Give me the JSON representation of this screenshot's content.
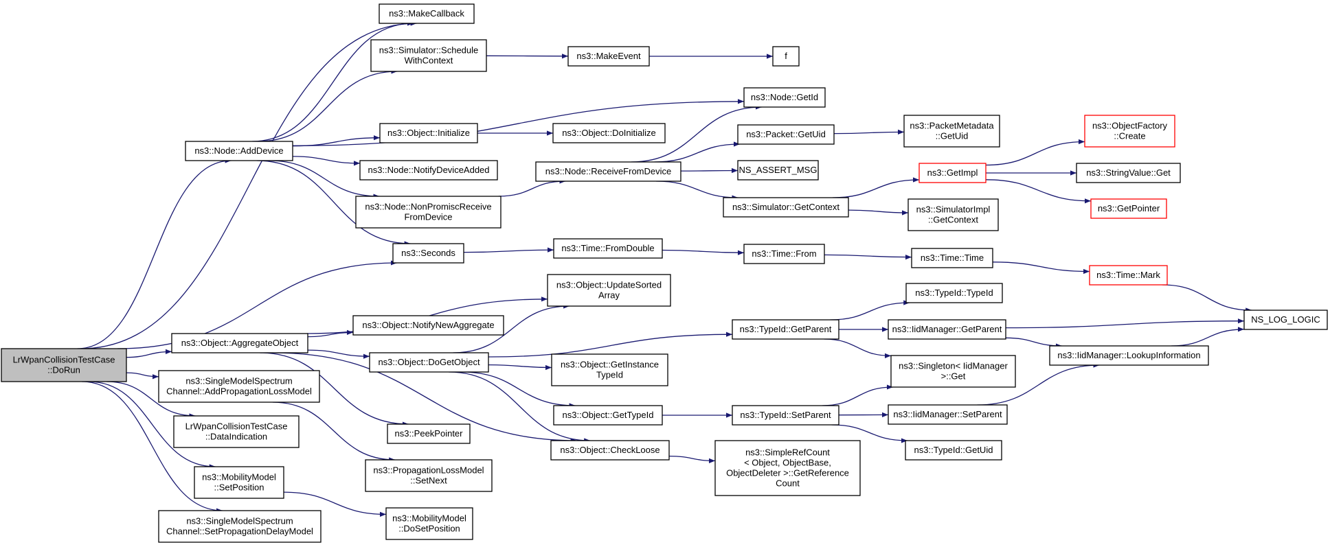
{
  "nodes": [
    {
      "id": "dorun",
      "lines": [
        "LrWpanCollisionTestCase",
        "::DoRun"
      ],
      "root": true
    },
    {
      "id": "makecallback",
      "lines": [
        "ns3::MakeCallback"
      ]
    },
    {
      "id": "schedulewithcontext",
      "lines": [
        "ns3::Simulator::Schedule",
        "WithContext"
      ]
    },
    {
      "id": "makeevent",
      "lines": [
        "ns3::MakeEvent"
      ]
    },
    {
      "id": "f",
      "lines": [
        "f"
      ]
    },
    {
      "id": "nodegetid",
      "lines": [
        "ns3::Node::GetId"
      ]
    },
    {
      "id": "nodeadddevice",
      "lines": [
        "ns3::Node::AddDevice"
      ]
    },
    {
      "id": "objectinitialize",
      "lines": [
        "ns3::Object::Initialize"
      ]
    },
    {
      "id": "objectdoinitialize",
      "lines": [
        "ns3::Object::DoInitialize"
      ]
    },
    {
      "id": "packetgetuid",
      "lines": [
        "ns3::Packet::GetUid"
      ]
    },
    {
      "id": "packetmetadatagetuid",
      "lines": [
        "ns3::PacketMetadata",
        "::GetUid"
      ]
    },
    {
      "id": "objectfactorycreate",
      "lines": [
        "ns3::ObjectFactory",
        "::Create"
      ],
      "truncated": true
    },
    {
      "id": "nodenotifydeviceadded",
      "lines": [
        "ns3::Node::NotifyDeviceAdded"
      ]
    },
    {
      "id": "nodereceivefromdevice",
      "lines": [
        "ns3::Node::ReceiveFromDevice"
      ]
    },
    {
      "id": "nsassertmsg",
      "lines": [
        "NS_ASSERT_MSG"
      ]
    },
    {
      "id": "getimpl",
      "lines": [
        "ns3::GetImpl"
      ],
      "truncated": true
    },
    {
      "id": "stringvalueget",
      "lines": [
        "ns3::StringValue::Get"
      ]
    },
    {
      "id": "nonpromiscreceive",
      "lines": [
        "ns3::Node::NonPromiscReceive",
        "FromDevice"
      ]
    },
    {
      "id": "simulatorgetcontext",
      "lines": [
        "ns3::Simulator::GetContext"
      ]
    },
    {
      "id": "simulatorimplgetcontext",
      "lines": [
        "ns3::SimulatorImpl",
        "::GetContext"
      ]
    },
    {
      "id": "getpointer",
      "lines": [
        "ns3::GetPointer"
      ],
      "truncated": true
    },
    {
      "id": "seconds",
      "lines": [
        "ns3::Seconds"
      ]
    },
    {
      "id": "timefromdouble",
      "lines": [
        "ns3::Time::FromDouble"
      ]
    },
    {
      "id": "timefrom",
      "lines": [
        "ns3::Time::From"
      ]
    },
    {
      "id": "timetime",
      "lines": [
        "ns3::Time::Time"
      ]
    },
    {
      "id": "timemark",
      "lines": [
        "ns3::Time::Mark"
      ],
      "truncated": true
    },
    {
      "id": "updatesortedarray",
      "lines": [
        "ns3::Object::UpdateSorted",
        "Array"
      ]
    },
    {
      "id": "typeidtypeid",
      "lines": [
        "ns3::TypeId::TypeId"
      ]
    },
    {
      "id": "nsloglogic",
      "lines": [
        "NS_LOG_LOGIC"
      ]
    },
    {
      "id": "aggregateobject",
      "lines": [
        "ns3::Object::AggregateObject"
      ]
    },
    {
      "id": "notifynewaggregate",
      "lines": [
        "ns3::Object::NotifyNewAggregate"
      ]
    },
    {
      "id": "typeidgetparent",
      "lines": [
        "ns3::TypeId::GetParent"
      ]
    },
    {
      "id": "iidgetparent",
      "lines": [
        "ns3::IidManager::GetParent"
      ]
    },
    {
      "id": "lookupinformation",
      "lines": [
        "ns3::IidManager::LookupInformation"
      ]
    },
    {
      "id": "dogetobject",
      "lines": [
        "ns3::Object::DoGetObject"
      ]
    },
    {
      "id": "addpropagationlossmodel",
      "lines": [
        "ns3::SingleModelSpectrum",
        "Channel::AddPropagationLossModel"
      ]
    },
    {
      "id": "getinstancetypeid",
      "lines": [
        "ns3::Object::GetInstance",
        "TypeId"
      ]
    },
    {
      "id": "singletonget",
      "lines": [
        "ns3::Singleton< IidManager",
        ">::Get"
      ]
    },
    {
      "id": "dataindication",
      "lines": [
        "LrWpanCollisionTestCase",
        "::DataIndication"
      ]
    },
    {
      "id": "objectgettypeid",
      "lines": [
        "ns3::Object::GetTypeId"
      ]
    },
    {
      "id": "typeidsetparent",
      "lines": [
        "ns3::TypeId::SetParent"
      ]
    },
    {
      "id": "iidsetparent",
      "lines": [
        "ns3::IidManager::SetParent"
      ]
    },
    {
      "id": "peekpointer",
      "lines": [
        "ns3::PeekPointer"
      ]
    },
    {
      "id": "checkloose",
      "lines": [
        "ns3::Object::CheckLoose"
      ]
    },
    {
      "id": "typeidgetuid",
      "lines": [
        "ns3::TypeId::GetUid"
      ]
    },
    {
      "id": "simplerefcount",
      "lines": [
        "ns3::SimpleRefCount",
        "< Object, ObjectBase,",
        "ObjectDeleter >::GetReference",
        "Count"
      ]
    },
    {
      "id": "mobilitysetposition",
      "lines": [
        "ns3::MobilityModel",
        "::SetPosition"
      ]
    },
    {
      "id": "propagationlosssetnext",
      "lines": [
        "ns3::PropagationLossModel",
        "::SetNext"
      ]
    },
    {
      "id": "mobilitydosetposition",
      "lines": [
        "ns3::MobilityModel",
        "::DoSetPosition"
      ]
    },
    {
      "id": "setpropagationdelaymodel",
      "lines": [
        "ns3::SingleModelSpectrum",
        "Channel::SetPropagationDelayModel"
      ]
    }
  ],
  "edges": [
    {
      "from": "dorun",
      "to": "makecallback"
    },
    {
      "from": "dorun",
      "to": "nodeadddevice"
    },
    {
      "from": "dorun",
      "to": "seconds"
    },
    {
      "from": "dorun",
      "to": "aggregateobject"
    },
    {
      "from": "dorun",
      "to": "addpropagationlossmodel"
    },
    {
      "from": "dorun",
      "to": "dataindication"
    },
    {
      "from": "dorun",
      "to": "mobilitysetposition"
    },
    {
      "from": "dorun",
      "to": "setpropagationdelaymodel"
    },
    {
      "from": "nodeadddevice",
      "to": "makecallback"
    },
    {
      "from": "nodeadddevice",
      "to": "schedulewithcontext"
    },
    {
      "from": "nodeadddevice",
      "to": "nodegetid"
    },
    {
      "from": "nodeadddevice",
      "to": "objectinitialize"
    },
    {
      "from": "nodeadddevice",
      "to": "nodenotifydeviceadded"
    },
    {
      "from": "nodeadddevice",
      "to": "nonpromiscreceive"
    },
    {
      "from": "nodeadddevice",
      "to": "seconds"
    },
    {
      "from": "schedulewithcontext",
      "to": "makeevent"
    },
    {
      "from": "makeevent",
      "to": "f"
    },
    {
      "from": "objectinitialize",
      "to": "objectdoinitialize"
    },
    {
      "from": "nonpromiscreceive",
      "to": "nodereceivefromdevice"
    },
    {
      "from": "nodereceivefromdevice",
      "to": "nodegetid"
    },
    {
      "from": "nodereceivefromdevice",
      "to": "packetgetuid"
    },
    {
      "from": "nodereceivefromdevice",
      "to": "nsassertmsg"
    },
    {
      "from": "nodereceivefromdevice",
      "to": "simulatorgetcontext"
    },
    {
      "from": "packetgetuid",
      "to": "packetmetadatagetuid"
    },
    {
      "from": "simulatorgetcontext",
      "to": "getimpl"
    },
    {
      "from": "simulatorgetcontext",
      "to": "simulatorimplgetcontext"
    },
    {
      "from": "getimpl",
      "to": "objectfactorycreate"
    },
    {
      "from": "getimpl",
      "to": "stringvalueget"
    },
    {
      "from": "getimpl",
      "to": "getpointer"
    },
    {
      "from": "seconds",
      "to": "timefromdouble"
    },
    {
      "from": "timefromdouble",
      "to": "timefrom"
    },
    {
      "from": "timefrom",
      "to": "timetime"
    },
    {
      "from": "timetime",
      "to": "timemark"
    },
    {
      "from": "timemark",
      "to": "nsloglogic"
    },
    {
      "from": "aggregateobject",
      "to": "updatesortedarray"
    },
    {
      "from": "aggregateobject",
      "to": "notifynewaggregate"
    },
    {
      "from": "aggregateobject",
      "to": "dogetobject"
    },
    {
      "from": "aggregateobject",
      "to": "checkloose"
    },
    {
      "from": "aggregateobject",
      "to": "peekpointer"
    },
    {
      "from": "dogetobject",
      "to": "updatesortedarray"
    },
    {
      "from": "dogetobject",
      "to": "typeidgetparent"
    },
    {
      "from": "dogetobject",
      "to": "getinstancetypeid"
    },
    {
      "from": "dogetobject",
      "to": "objectgettypeid"
    },
    {
      "from": "dogetobject",
      "to": "checkloose"
    },
    {
      "from": "typeidgetparent",
      "to": "typeidtypeid"
    },
    {
      "from": "typeidgetparent",
      "to": "iidgetparent"
    },
    {
      "from": "typeidgetparent",
      "to": "singletonget"
    },
    {
      "from": "iidgetparent",
      "to": "nsloglogic"
    },
    {
      "from": "iidgetparent",
      "to": "lookupinformation"
    },
    {
      "from": "lookupinformation",
      "to": "nsloglogic"
    },
    {
      "from": "objectgettypeid",
      "to": "typeidsetparent"
    },
    {
      "from": "typeidsetparent",
      "to": "singletonget"
    },
    {
      "from": "typeidsetparent",
      "to": "iidsetparent"
    },
    {
      "from": "typeidsetparent",
      "to": "typeidgetuid"
    },
    {
      "from": "iidsetparent",
      "to": "lookupinformation"
    },
    {
      "from": "checkloose",
      "to": "simplerefcount"
    },
    {
      "from": "addpropagationlossmodel",
      "to": "propagationlosssetnext"
    },
    {
      "from": "mobilitysetposition",
      "to": "mobilitydosetposition"
    }
  ],
  "colors": {
    "edge": "#191970",
    "node_border": "#000000",
    "truncated_border": "#ff0000",
    "root_fill": "#bfbfbf",
    "node_fill": "#ffffff"
  }
}
